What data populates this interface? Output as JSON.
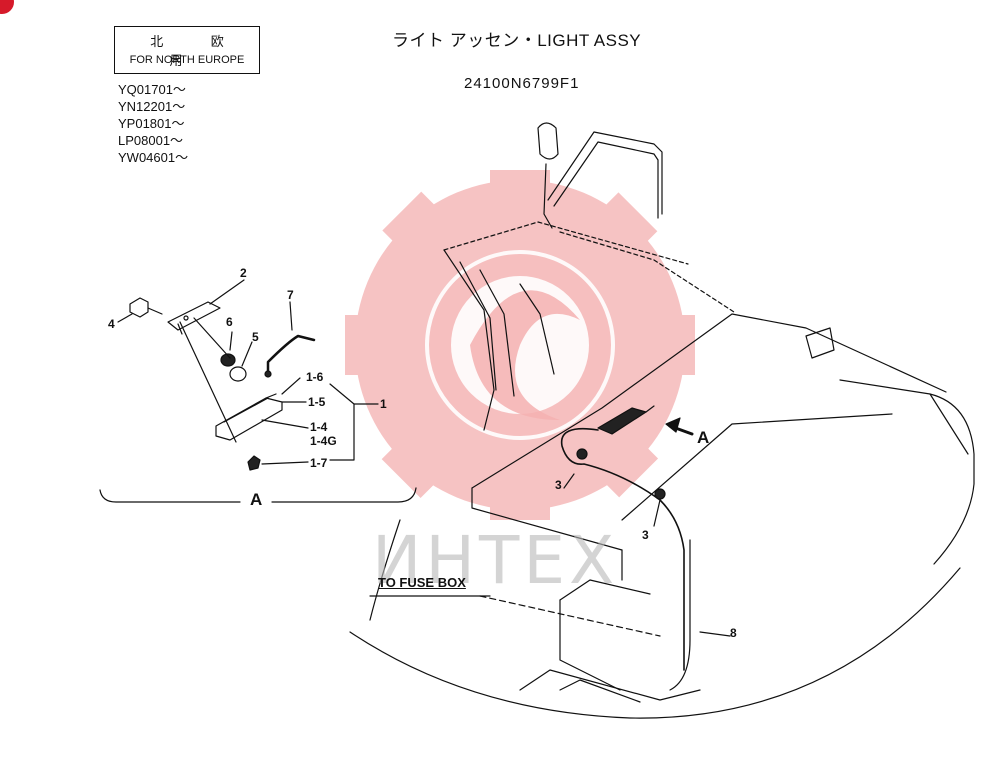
{
  "header": {
    "title": "ライト アッセン・LIGHT ASSY",
    "part_number": "24100N6799F1"
  },
  "region": {
    "jp": "北 欧 用",
    "en": "FOR NORTH EUROPE"
  },
  "serials": [
    "YQ01701～",
    "YN12201～",
    "YP01801～",
    "LP08001～",
    "YW04601～"
  ],
  "callouts": {
    "c1": "1",
    "c1_4": "1-4",
    "c1_4g": "1-4G",
    "c1_5": "1-5",
    "c1_6": "1-6",
    "c1_7": "1-7",
    "c2": "2",
    "c3a": "3",
    "c3b": "3",
    "c4": "4",
    "c5": "5",
    "c6": "6",
    "c7": "7",
    "c8": "8"
  },
  "detail_label": "A",
  "view_label": "A",
  "to_fuse_box": "TO FUSE BOX",
  "watermark": "ИНТЕХ",
  "colors": {
    "line": "#111111",
    "watermark_red": "#f2a7a7",
    "accent": "#d61a2a"
  }
}
